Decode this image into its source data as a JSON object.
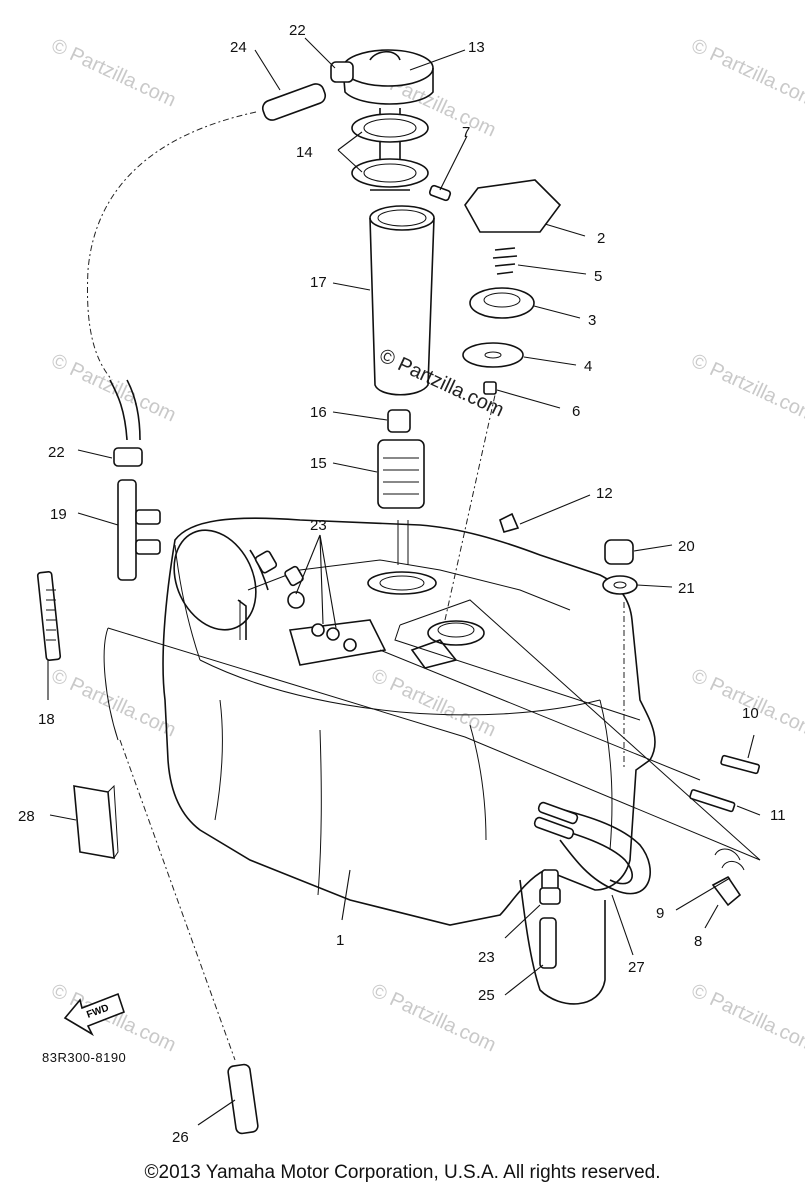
{
  "diagram": {
    "code": "83R300-8190",
    "fwd_label": "FWD",
    "watermark": "© Partzilla.com",
    "copyright": "©2013  Yamaha Motor Corporation, U.S.A. All rights reserved.",
    "callouts": [
      "1",
      "2",
      "3",
      "4",
      "5",
      "6",
      "7",
      "8",
      "9",
      "10",
      "11",
      "12",
      "13",
      "14",
      "15",
      "16",
      "17",
      "18",
      "19",
      "20",
      "21",
      "22",
      "22",
      "23",
      "23",
      "24",
      "25",
      "26",
      "27",
      "28"
    ]
  }
}
